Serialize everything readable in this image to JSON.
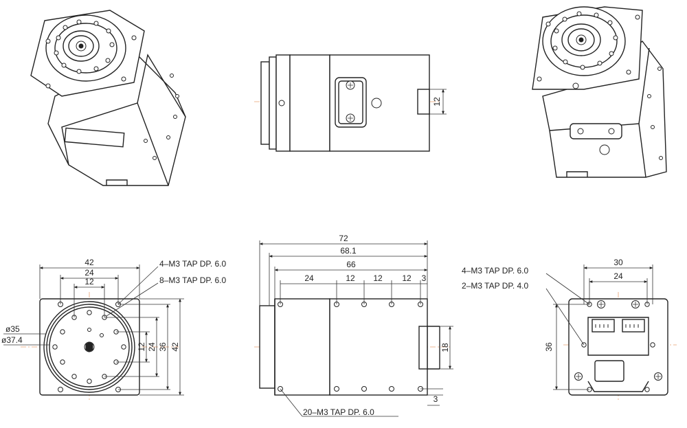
{
  "drawing": {
    "dimensions": {
      "d72": "72",
      "d68_1": "68.1",
      "d66": "66",
      "d24": "24",
      "d12a": "12",
      "d12b": "12",
      "d12c": "12",
      "d3a": "3",
      "d18": "18",
      "d3b": "3",
      "d12side": "12",
      "front_w42": "42",
      "front_w24": "24",
      "front_w12": "12",
      "front_h12": "12",
      "front_h24": "24",
      "front_h36": "36",
      "front_h42": "42",
      "dia35": "ø35",
      "dia374": "ø37.4",
      "back_w30": "30",
      "back_w24": "24",
      "back_h36": "36"
    },
    "notes": {
      "front_m3_4": "4–M3 TAP DP. 6.0",
      "front_m3_8": "8–M3 TAP DP. 6.0",
      "side_m3_20": "20–M3 TAP DP. 6.0",
      "back_m3_4": "4–M3 TAP DP. 6.0",
      "back_m3_2": "2–M3 TAP DP. 4.0"
    }
  }
}
